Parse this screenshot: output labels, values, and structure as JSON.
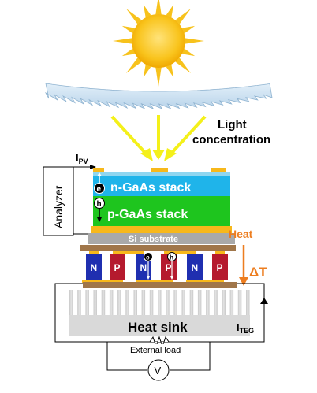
{
  "labels": {
    "light_concentration_line1": "Light",
    "light_concentration_line2": "concentration",
    "analyzer": "Analyzer",
    "i_pv_main": "I",
    "i_pv_sub": "PV",
    "n_stack": "n-GaAs stack",
    "p_stack": "p-GaAs stack",
    "si_substrate": "Si substrate",
    "heat": "Heat",
    "delta_t": "ΔT",
    "heat_sink": "Heat sink",
    "i_teg_main": "I",
    "i_teg_sub": "TEG",
    "external_load": "External load",
    "voltmeter": "V",
    "electron": "e",
    "hole": "h",
    "n_leg": "N",
    "p_leg": "P"
  },
  "colors": {
    "sun": "#f7c21c",
    "light_rays": "#f4f01a",
    "lens": "#cfe3f3",
    "n_stack": "#1fb4ea",
    "p_stack": "#1ec51e",
    "gold_contact": "#f7b81b",
    "si_substrate": "#a9a9a9",
    "ceramic_plate": "#a0764a",
    "n_leg": "#1f2fb0",
    "p_leg": "#b51a2e",
    "heat_arrow": "#ed7d1f",
    "heat_sink": "#d4d4d4"
  }
}
